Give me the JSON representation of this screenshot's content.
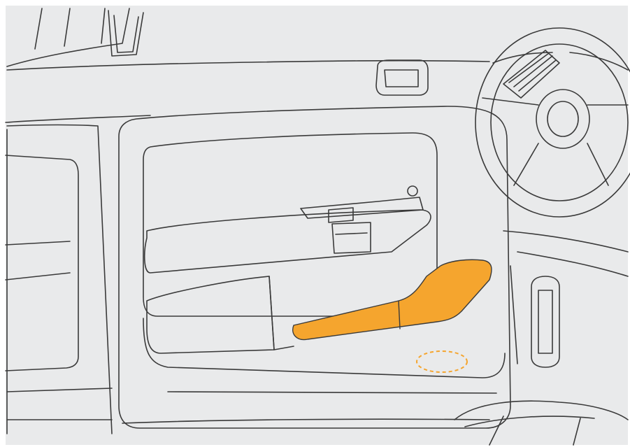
{
  "illustration": {
    "subject": "car-interior-driver-door",
    "colors": {
      "background": "#ffffff",
      "panel": "#e9eaeb",
      "line": "#3a3a3a",
      "highlight": "#f5a52e",
      "highlight_outline": "#f5a52e"
    },
    "highlighted_parts": [
      "door-pocket",
      "floor-spot"
    ]
  }
}
